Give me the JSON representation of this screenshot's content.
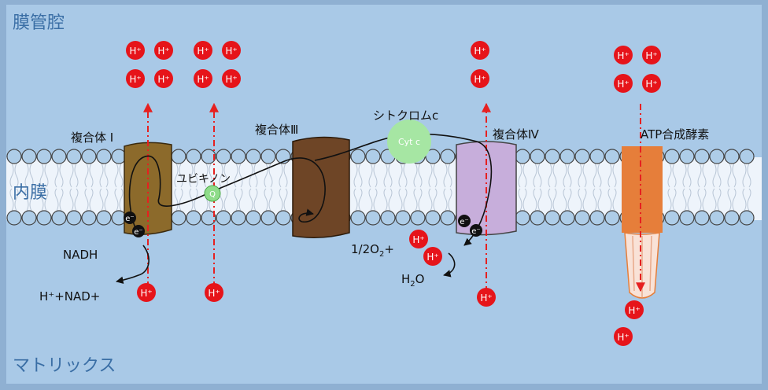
{
  "regions": {
    "intermembrane_space": "膜管腔",
    "inner_membrane": "内膜",
    "matrix": "マトリックス"
  },
  "complexes": {
    "complex1": "複合体 I",
    "complex3": "複合体Ⅲ",
    "complex4": "複合体Ⅳ",
    "atp_synthase": "ATP合成酵素"
  },
  "carriers": {
    "ubiquinone": "ユビキノン",
    "ubiquinone_symbol": "Q",
    "cytochrome_c": "シトクロムc",
    "cytochrome_c_symbol": "Cyt c"
  },
  "reactions": {
    "nadh": "NADH",
    "h_plus_nad": "H⁺+NAD+",
    "oxygen_prefix": "1/2O",
    "oxygen_sub": "2",
    "oxygen_suffix": "+",
    "water_prefix": "H",
    "water_sub": "2",
    "water_suffix": "O"
  },
  "symbols": {
    "proton": "H⁺",
    "electron": "e⁻"
  },
  "colors": {
    "background": "#a9c9e7",
    "frame": "#8fb0d2",
    "region_text": "#3a6ea5",
    "membrane_head_fill": "#aecde8",
    "membrane_stroke": "#444444",
    "complex1": "#8c6a2b",
    "complex3": "#6e4526",
    "complex4": "#c7aedb",
    "atp_synthase": "#e67e3a",
    "ubiquinone": "#8fdc8a",
    "cytochrome_c": "#a6e6a3",
    "proton": "#e6141a",
    "proton_path": "#e62020",
    "electron": "#111111"
  }
}
